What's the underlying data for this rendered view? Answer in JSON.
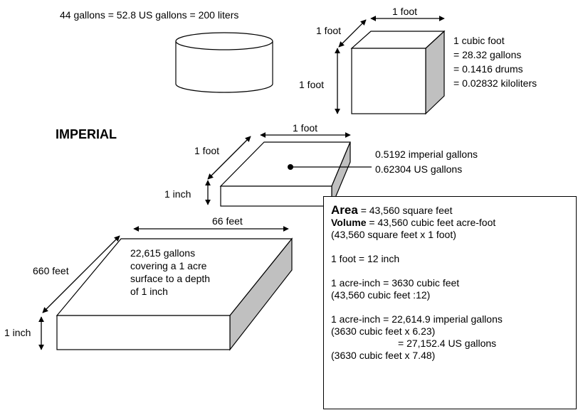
{
  "title": "IMPERIAL",
  "drum": {
    "caption": "44 gallons = 52.8 US gallons = 200 liters"
  },
  "cubic_foot": {
    "dim_top": "1 foot",
    "dim_side": "1 foot",
    "dim_height": "1 foot",
    "info": [
      "1 cubic foot",
      "= 28.32 gallons",
      "= 0.1416 drums",
      "= 0.02832 kiloliters"
    ]
  },
  "slab": {
    "dim_top": "1 foot",
    "dim_side": "1 foot",
    "dim_height": "1 inch",
    "info": [
      "0.5192 imperial gallons",
      "0.62304 US gallons"
    ]
  },
  "acre": {
    "dim_top": "66 feet",
    "dim_side": "660 feet",
    "dim_height": "1 inch",
    "info": [
      "22,615 gallons",
      "covering a 1 acre",
      "surface to a depth",
      "of 1 inch"
    ]
  },
  "info_box": {
    "area_label": "Area",
    "area_value": " = 43,560 square feet",
    "volume_label": "Volume",
    "volume_value": " = 43,560 cubic feet acre-foot",
    "volume_note": "(43,560 square feet x 1 foot)",
    "foot_inch": "1 foot = 12 inch",
    "acre_inch_cf": "1 acre-inch = 3630 cubic feet",
    "acre_inch_cf_note": "(43,560 cubic feet :12)",
    "acre_inch_imp": "1 acre-inch  = 22,614.9 imperial gallons",
    "acre_inch_imp_note": "(3630 cubic feet x 6.23)",
    "acre_inch_us": "= 27,152.4 US gallons",
    "acre_inch_us_note": "(3630 cubic feet x 7.48)"
  },
  "colors": {
    "face_side": "#c0c0c0",
    "stroke": "#000000",
    "background": "#ffffff"
  }
}
